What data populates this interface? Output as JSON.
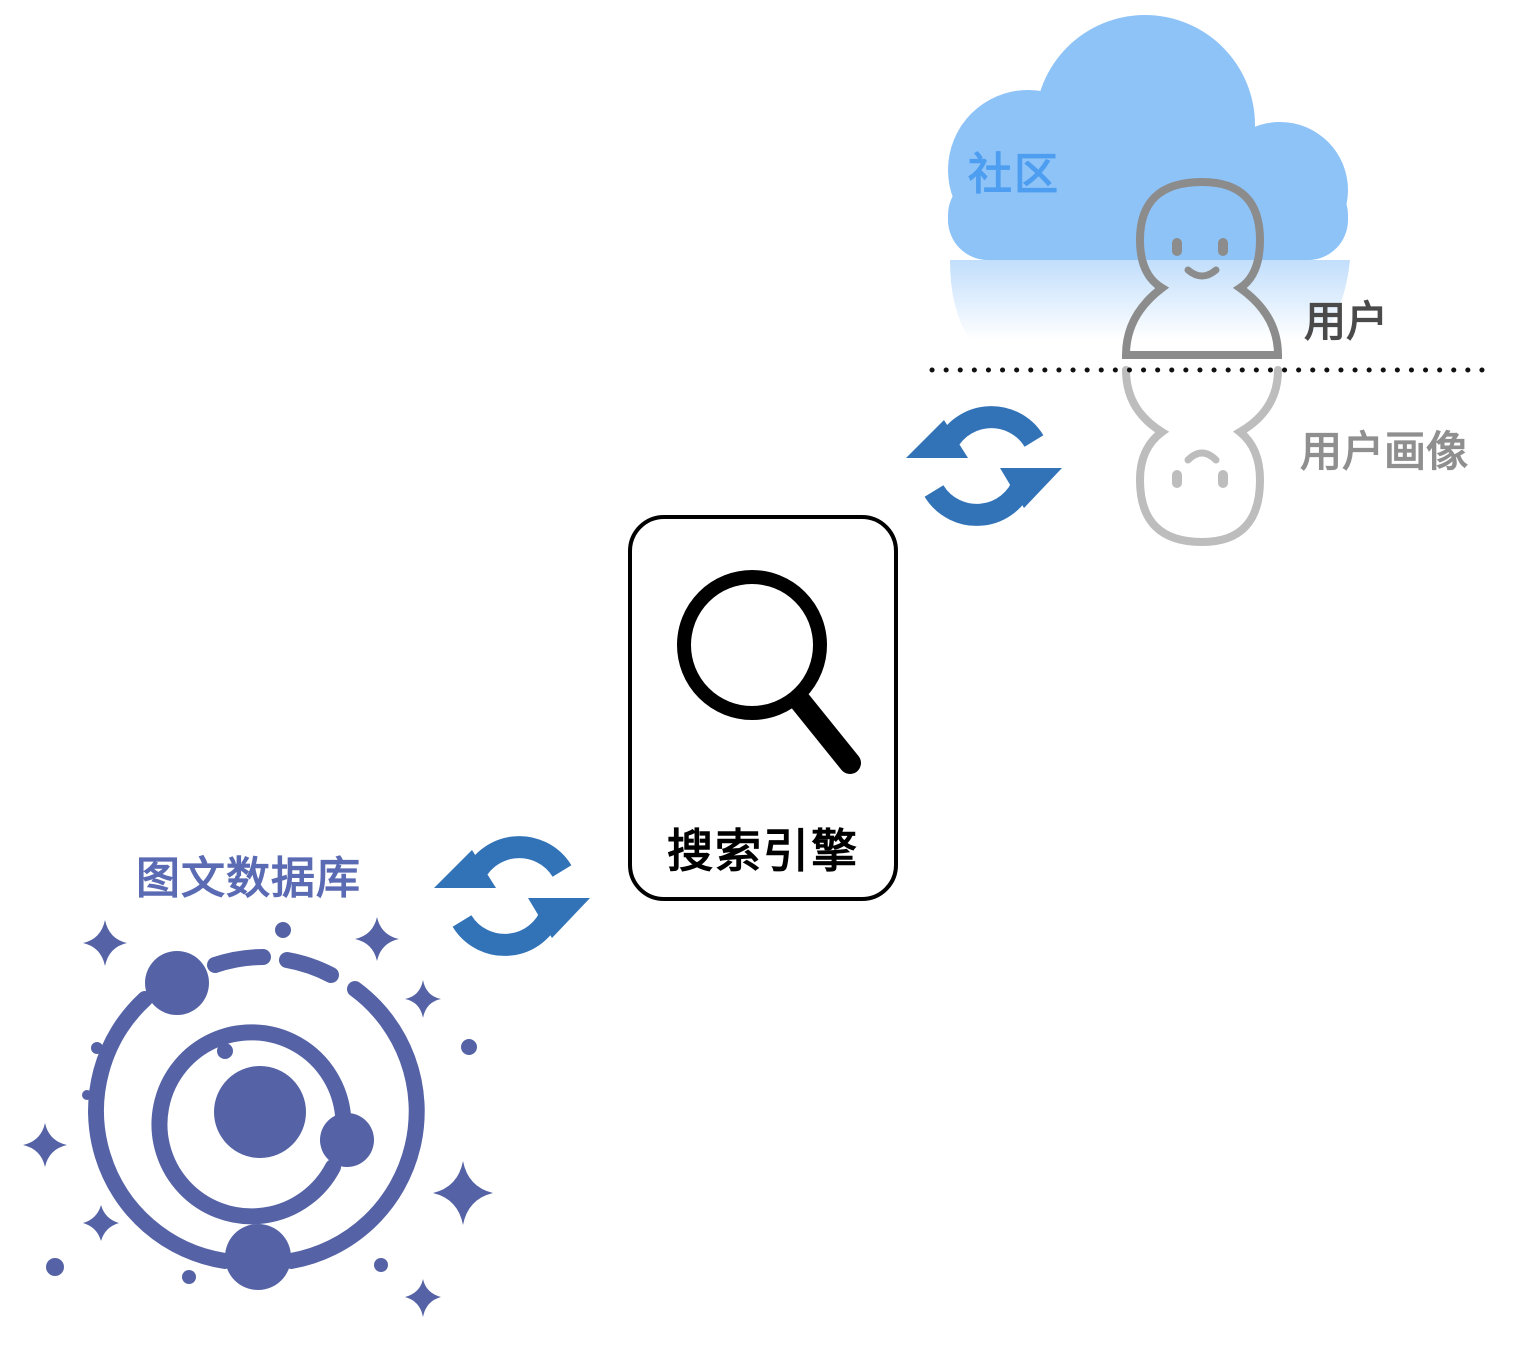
{
  "community": {
    "label": "社区",
    "icon": "cloud-icon",
    "color": "#8ec3f8"
  },
  "user": {
    "label": "用户",
    "icon": "person-icon"
  },
  "user_profile": {
    "label": "用户画像",
    "icon": "person-reflection-icon"
  },
  "search_engine": {
    "label": "搜索引擎",
    "icon": "magnifier-icon"
  },
  "sync": {
    "icon": "sync-icon",
    "color": "#3273b8"
  },
  "database": {
    "label": "图文数据库",
    "icon": "galaxy-icon",
    "color": "#5563a6"
  }
}
